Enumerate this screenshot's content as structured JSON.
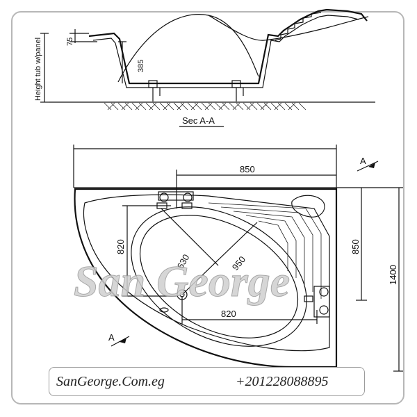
{
  "section": {
    "title": "Sec A-A",
    "height_label": "Height tub w/panel",
    "rim_dim": "75",
    "depth_dim": "385"
  },
  "plan": {
    "top_dim": "850",
    "right_inner_dim": "850",
    "right_outer_dim": "1400",
    "left_dim": "820",
    "bottom_dim": "820",
    "diag_small": "630",
    "diag_large": "950",
    "section_marker_top": "A",
    "section_marker_bottom": "A"
  },
  "watermark": "San George",
  "footer": {
    "website": "SanGeorge.Com.eg",
    "phone": "+201228088895"
  }
}
